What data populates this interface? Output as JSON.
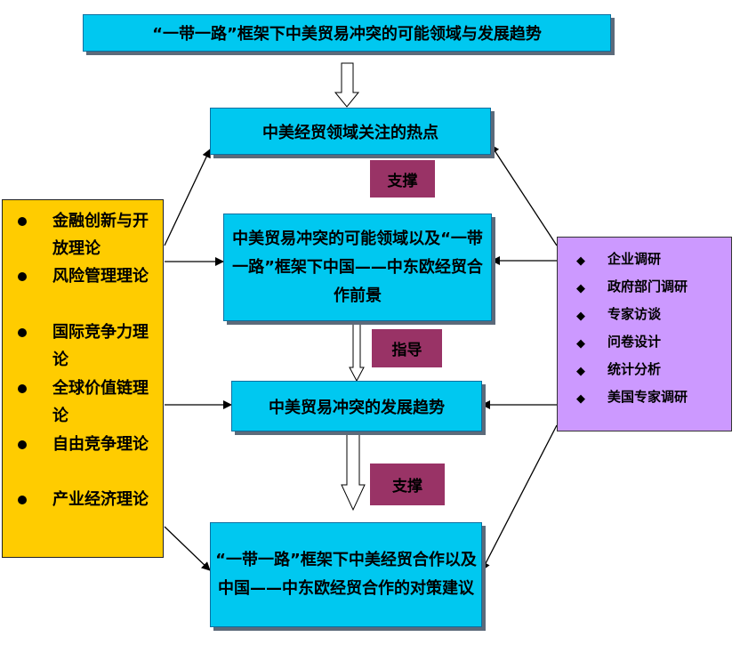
{
  "title": "“一带一路”框架下中美贸易冲突的可能领域与发展趋势",
  "hotspot": "中美经贸领域关注的热点",
  "domain": "中美贸易冲突的可能领域以及“一带一路”框架下中国——中东欧经贸合作前景",
  "trend": "中美贸易冲突的发展趋势",
  "strategy": "“一带一路”框架下中美经贸合作以及中国——中东欧经贸合作的对策建议",
  "labels": {
    "support_top": "支撑",
    "guide": "指导",
    "support_bottom": "支撑"
  },
  "theories": [
    "金融创新与开放理论",
    "风险管理理论",
    "国际竞争力理论",
    "全球价值链理论",
    "自由竞争理论",
    "产业经济理论"
  ],
  "methods": [
    "企业调研",
    "政府部门调研",
    "专家访谈",
    "问卷设计",
    "统计分析",
    "美国专家调研"
  ],
  "colors": {
    "box_fill": "#00c8f0",
    "label_fill": "#993366",
    "theory_fill": "#ffcc00",
    "method_fill": "#cc99ff"
  }
}
